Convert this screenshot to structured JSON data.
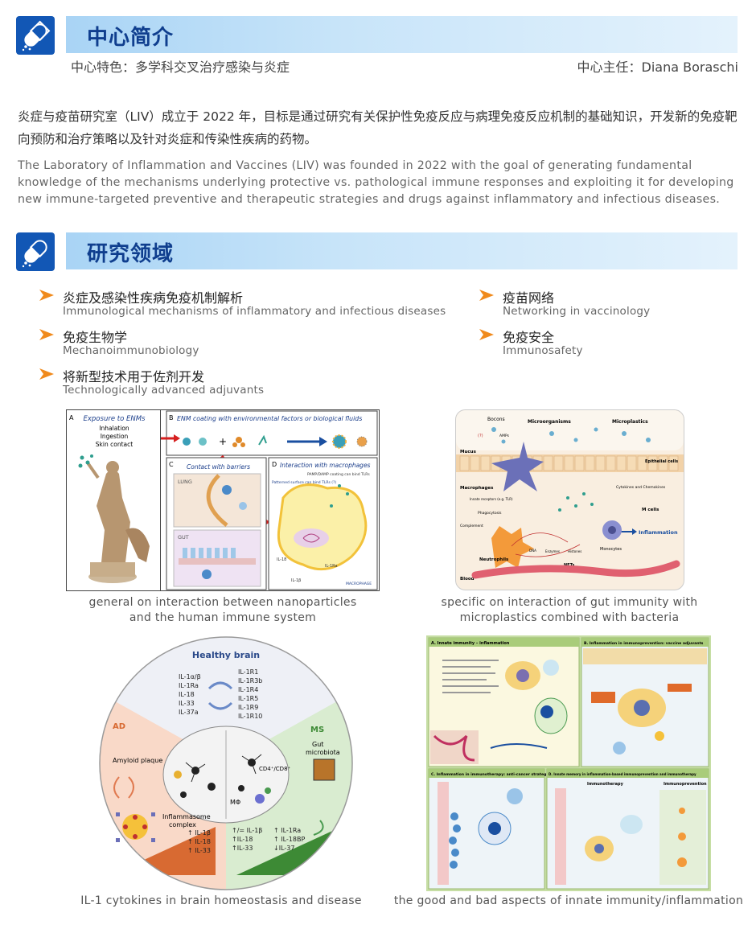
{
  "section1": {
    "title": "中心简介"
  },
  "feature_label": "中心特色：多学科交叉治疗感染与炎症",
  "director_label": "中心主任：Diana Boraschi",
  "intro_cn": "炎症与疫苗研究室（LIV）成立于 2022 年，目标是通过研究有关保护性免疫反应与病理免疫反应机制的基础知识，开发新的免疫靶向预防和治疗策略以及针对炎症和传染性疾病的药物。",
  "intro_en": "The Laboratory of Inflammation and Vaccines (LIV) was founded in 2022 with the goal of generating fundamental knowledge of the mechanisms underlying protective vs. pathological immune responses and exploiting it for developing new immune-targeted preventive and therapeutic strategies and drugs against inflammatory and infectious diseases.",
  "section2": {
    "title": "研究领域"
  },
  "areas": [
    {
      "cn": "炎症及感染性疾病免疫机制解析",
      "en": "Immunological mechanisms of inflammatory and infectious diseases"
    },
    {
      "cn": "免疫生物学",
      "en": "Mechanoimmunobiology"
    },
    {
      "cn": "将新型技术用于佐剂开发",
      "en": "Technologically advanced adjuvants"
    },
    {
      "cn": "疫苗网络",
      "en": "Networking in vaccinology"
    },
    {
      "cn": "免疫安全",
      "en": "Immunosafety"
    }
  ],
  "figures": {
    "fig1": {
      "caption_1": "general on interaction between nanoparticles",
      "caption_2": "and the human immune system",
      "panel_a": "A",
      "exposure_title": "Exposure to ENMs",
      "exposure_routes": [
        "Inhalation",
        "Ingestion",
        "Skin contact"
      ],
      "panel_b": "B",
      "coating_title": "ENM coating with environmental factors or biological fluids",
      "panel_c": "C",
      "barriers_title": "Contact with barriers",
      "lung": "LUNG",
      "gut": "GUT",
      "panel_d": "D",
      "macrophage_title": "Interaction with macrophages",
      "patterned": "Patterned surface can bind TLRs (?)",
      "pamp": "PAMP/DAMP coating can bind TLRs",
      "il18": "IL-18",
      "il1b": "IL-1β",
      "il1ra": "IL-1Ra",
      "macrophage_label": "MACROPHAGE"
    },
    "fig2": {
      "caption_1": "specific on interaction of gut immunity with",
      "caption_2": "microplastics combined with bacteria",
      "bocons": "Bocons",
      "microorganisms": "Microorganisms",
      "microplastics": "Microplastics",
      "mucus": "Mucus",
      "epithelial": "Epithelial cells",
      "macrophages": "Macrophages",
      "innate_receptors": "Innate receptors (e.g. TLR)",
      "phagocytosis": "Phagocytosis",
      "complement": "Complement",
      "cytokines": "Cytokines and Chemokines",
      "m_cells": "M cells",
      "inflammation": "Inflammation",
      "monocytes": "Monocytes",
      "neutrophils": "Neutrophils",
      "nets": "NETs",
      "blood": "Blood",
      "dna": "DNA",
      "enzymes": "Enzymes",
      "histones": "Histones",
      "amps": "AMPs",
      "q": "(?)"
    },
    "fig3": {
      "caption": "IL-1 cytokines in brain homeostasis and disease",
      "healthy_brain": "Healthy brain",
      "left_list": [
        "IL-1α/β",
        "IL-1Ra",
        "IL-18",
        "IL-33",
        "IL-37a"
      ],
      "right_list": [
        "IL-1R1",
        "IL-1R3b",
        "IL-1R4",
        "IL-1R5",
        "IL-1R9",
        "IL-1R10"
      ],
      "ad": "AD",
      "ms": "MS",
      "amyloid": "Amyloid plaque",
      "inflammasome_1": "Inflammasome",
      "inflammasome_2": "complex",
      "cd": "CD4⁺/CD8⁺",
      "gut_1": "Gut",
      "gut_2": "microbiota",
      "mphi": "MΦ",
      "ad_list": [
        "↑ IL-1β",
        "↑ IL-18",
        "↑ IL-33"
      ],
      "ms_list_a": [
        "↑/= IL-1β",
        "↑IL-18",
        "↑IL-33"
      ],
      "ms_list_b": [
        "↑ IL-1Ra",
        "↑ IL-18BP",
        "↓IL-37"
      ]
    },
    "fig4": {
      "caption": "the good and bad aspects of innate immunity/inflammation",
      "panel_a": "A. Innate immunity – inflammation",
      "panel_b": "B. Inflammation in immunoprevention: vaccine adjuvants",
      "panel_c": "C. Inflammation in immunotherapy: anti-cancer strategies",
      "panel_d": "D. Innate memory in inflammation-based immunoprevention and immunotherapy",
      "immunotherapy": "Immunotherapy",
      "immunoprevention": "Immunoprevention"
    }
  },
  "colors": {
    "banner_dark": "#0f3e8e",
    "icon_blue": "#1257b5",
    "arrow_orange": "#f08a1c"
  }
}
